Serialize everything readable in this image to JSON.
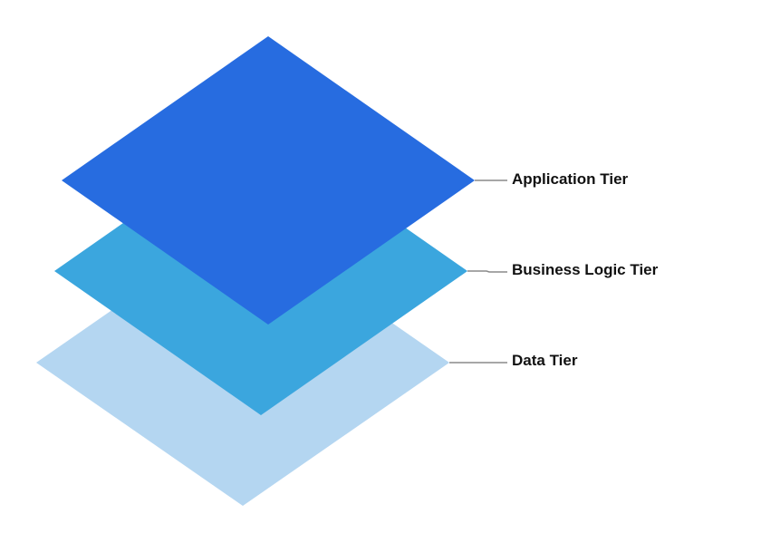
{
  "diagram": {
    "tiers": [
      {
        "label": "Application Tier",
        "color": "#276ce0"
      },
      {
        "label": "Business Logic Tier",
        "color": "#3ba6de"
      },
      {
        "label": "Data Tier",
        "color": "#b4d6f1"
      }
    ],
    "connector_color": "#8a8a8a",
    "background": "#ffffff"
  }
}
